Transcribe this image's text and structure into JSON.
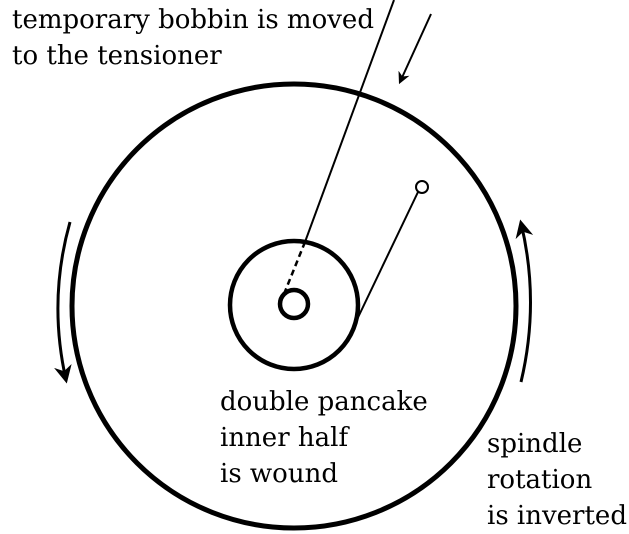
{
  "labels": {
    "bobbin_moved": [
      "temporary bobbin is moved",
      "to the tensioner"
    ],
    "inner_half": [
      "double pancake",
      "inner half",
      "is wound"
    ],
    "spindle": [
      "spindle",
      "rotation",
      "is inverted"
    ]
  },
  "colors": {
    "stroke": "#000000",
    "background": "#ffffff"
  }
}
